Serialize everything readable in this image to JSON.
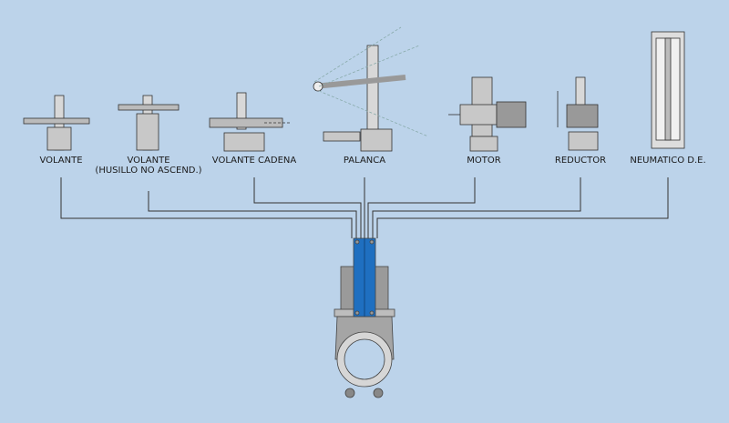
{
  "actuators": [
    {
      "label": "VOLANTE",
      "sub": ""
    },
    {
      "label": "VOLANTE",
      "sub": "(HUSILLO NO ASCEND.)"
    },
    {
      "label": "VOLANTE CADENA",
      "sub": ""
    },
    {
      "label": "PALANCA",
      "sub": ""
    },
    {
      "label": "MOTOR",
      "sub": ""
    },
    {
      "label": "REDUCTOR",
      "sub": ""
    },
    {
      "label": "NEUMATICO D.E.",
      "sub": ""
    }
  ],
  "colors": {
    "background": "#bcd3ea",
    "gate": "#1f6fc0",
    "body": "#a8a8a8",
    "line": "#333333"
  }
}
